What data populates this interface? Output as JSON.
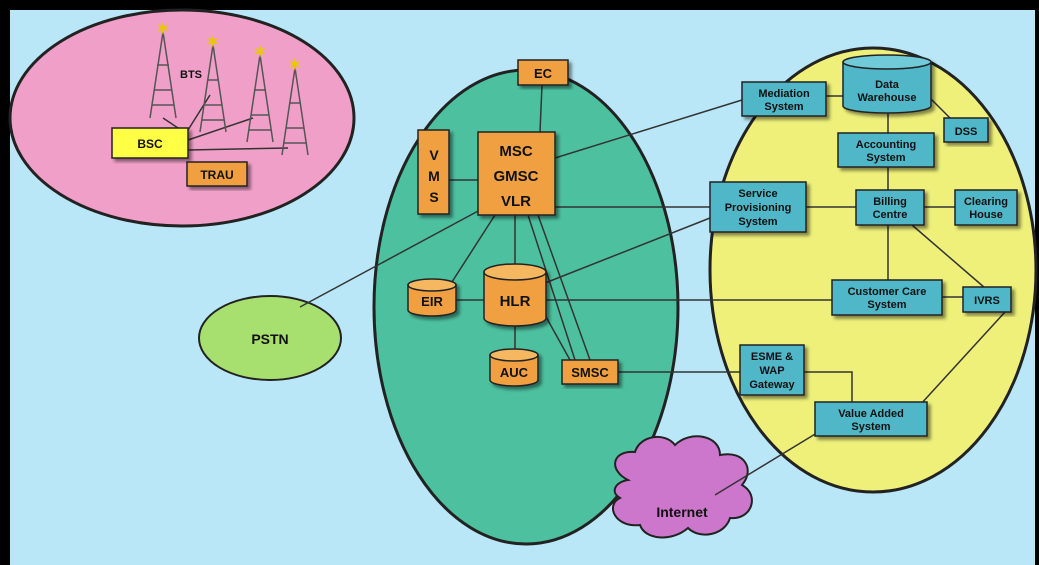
{
  "colors": {
    "frame": "#000000",
    "background": "#b9e7f7",
    "radio_zone": "#f0a0c8",
    "core_zone": "#4dc0a0",
    "it_zone": "#eef07a",
    "pstn_zone": "#a8e070",
    "internet_cloud": "#cc77cc",
    "orange_box": "#f0a040",
    "teal_box": "#4fb7c7",
    "yellow_box": "#ffff44",
    "link_line": "#333333"
  },
  "radio_network": {
    "bts_label": "BTS",
    "bsc_label": "BSC",
    "trau_label": "TRAU"
  },
  "core_network": {
    "ec_label": "EC",
    "vms_label": [
      "V",
      "M",
      "S"
    ],
    "msc_label": [
      "MSC",
      "GMSC",
      "VLR"
    ],
    "eir_label": "EIR",
    "hlr_label": "HLR",
    "auc_label": "AUC",
    "smsc_label": "SMSC"
  },
  "pstn_label": "PSTN",
  "internet_label": "Internet",
  "it_systems": {
    "mediation_label": [
      "Mediation",
      "System"
    ],
    "data_warehouse_label": [
      "Data",
      "Warehouse"
    ],
    "dss_label": "DSS",
    "accounting_label": [
      "Accounting",
      "System"
    ],
    "service_provisioning_label": [
      "Service",
      "Provisioning",
      "System"
    ],
    "billing_label": [
      "Billing",
      "Centre"
    ],
    "clearing_house_label": [
      "Clearing",
      "House"
    ],
    "customer_care_label": [
      "Customer Care",
      "System"
    ],
    "ivrs_label": "IVRS",
    "esme_wap_label": [
      "ESME &",
      "WAP",
      "Gateway"
    ],
    "value_added_label": [
      "Value Added",
      "System"
    ]
  }
}
